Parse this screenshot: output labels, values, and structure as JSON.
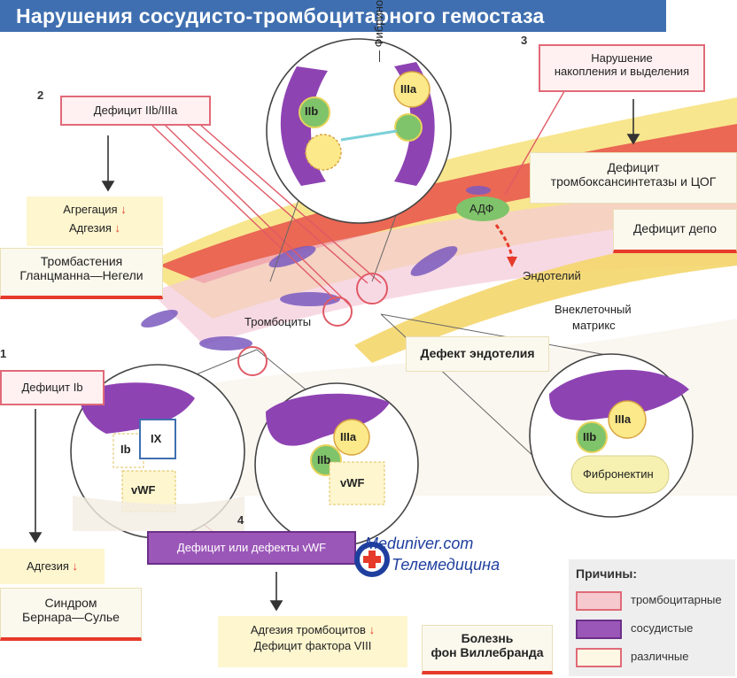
{
  "title": "Нарушения сосудисто-тромбоцитарного гемостаза",
  "numbers": {
    "n1": "1",
    "n2": "2",
    "n3": "3",
    "n4": "4"
  },
  "boxes": {
    "iib_deficit": "Дефицит IIb/IIIa",
    "aggregation": "Агрегация",
    "adhesion": "Адгезия",
    "thrombasthenia_1": "Тромбастения",
    "thrombasthenia_2": "Гланцманна—Негели",
    "storage_1": "Нарушение",
    "storage_2": "накопления и выделения",
    "thromboxane_1": "Дефицит",
    "thromboxane_2": "тромбоксансинтетазы и ЦОГ",
    "depot": "Дефицит депо",
    "ib_deficit": "Дефицит Ib",
    "adhesion2": "Адгезия",
    "bernard_1": "Синдром",
    "bernard_2": "Бернара—Сулье",
    "vwf_deficit": "Дефицит или дефекты vWF",
    "plt_adhesion": "Адгезия тромбоцитов",
    "f8_deficit": "Дефицит фактора VIII",
    "willebrand_1": "Болезнь",
    "willebrand_2": "фон Виллебранда",
    "endothelium_defect": "Дефект эндотелия"
  },
  "down_arrow": "↓",
  "labels": {
    "fibrinogen": "— Фибриноген",
    "adp": "АДФ",
    "endothelium": "Эндотелий",
    "ecm_1": "Внеклеточный",
    "ecm_2": "матрикс",
    "platelets": "Тромбоциты",
    "iib": "IIb",
    "iiia": "IIIa",
    "ib": "Ib",
    "ix": "IX",
    "vwf": "vWF",
    "fibronectin": "Фибронектин"
  },
  "legend": {
    "title": "Причины:",
    "items": [
      {
        "label": "тромбоцитарные",
        "color": "#f6c9cf"
      },
      {
        "label": "сосудистые",
        "color": "#9b57b8"
      },
      {
        "label": "различные",
        "color": "#fdf8e4"
      }
    ]
  },
  "watermark": {
    "line1": "Meduniver.com",
    "line2": "Телемедицина"
  },
  "colors": {
    "title_bg": "#3f6fb0",
    "red": "#e63a2a",
    "violet": "#9b57b8",
    "green": "#7fc36a",
    "yellow": "#fbe98a"
  }
}
